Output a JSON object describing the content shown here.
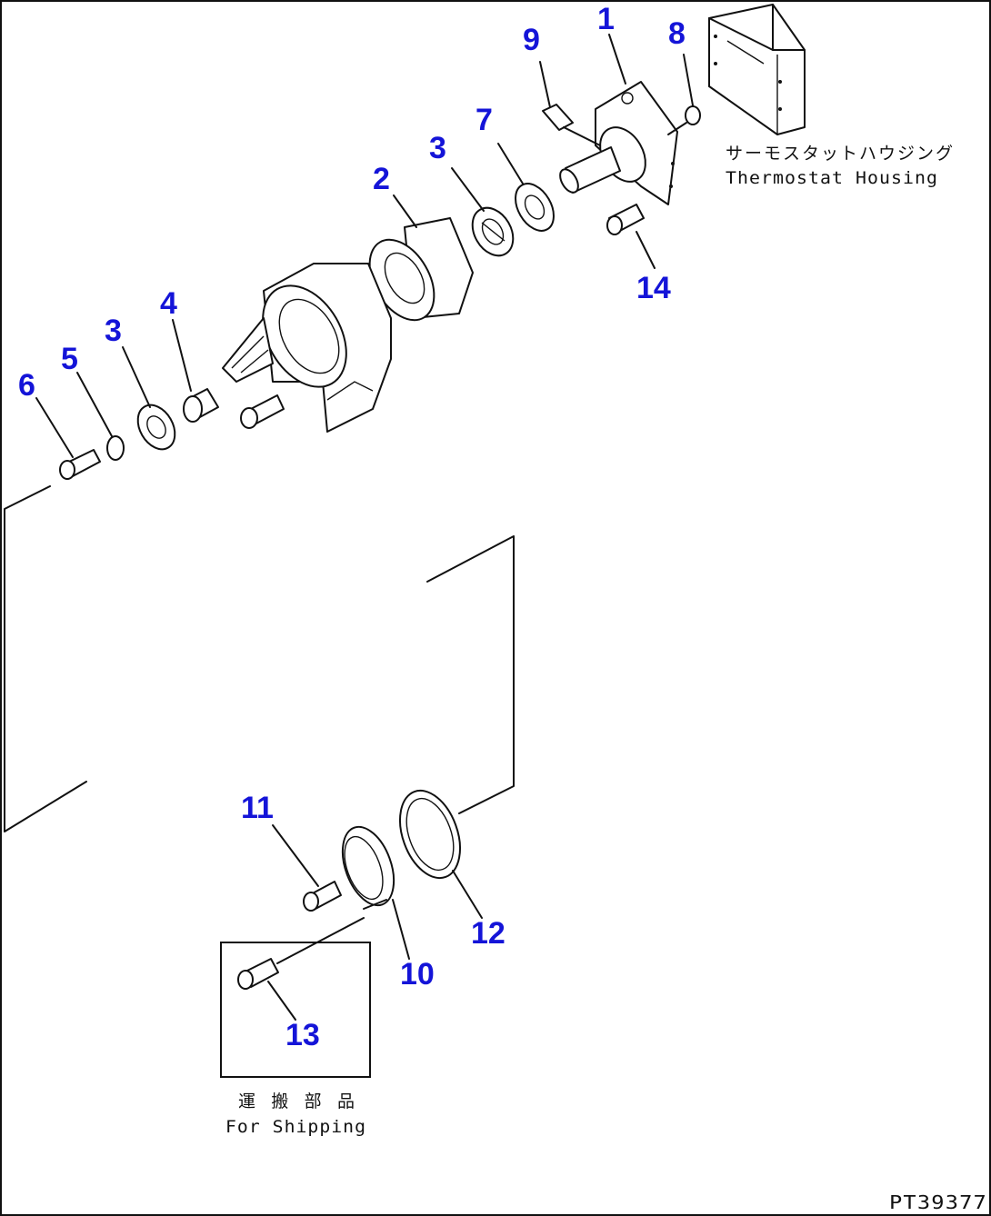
{
  "parts": [
    {
      "id": "part-1",
      "number": "1"
    },
    {
      "id": "part-2",
      "number": "2"
    },
    {
      "id": "part-3a",
      "number": "3"
    },
    {
      "id": "part-3b",
      "number": "3"
    },
    {
      "id": "part-4",
      "number": "4"
    },
    {
      "id": "part-5",
      "number": "5"
    },
    {
      "id": "part-6",
      "number": "6"
    },
    {
      "id": "part-7",
      "number": "7"
    },
    {
      "id": "part-8",
      "number": "8"
    },
    {
      "id": "part-9",
      "number": "9"
    },
    {
      "id": "part-10",
      "number": "10"
    },
    {
      "id": "part-11",
      "number": "11"
    },
    {
      "id": "part-12",
      "number": "12"
    },
    {
      "id": "part-13",
      "number": "13"
    },
    {
      "id": "part-14",
      "number": "14"
    }
  ],
  "labels": {
    "thermostat_jp": "サーモスタットハウジング",
    "thermostat_en": "Thermostat Housing",
    "shipping_jp": "運搬部品",
    "shipping_en": "For Shipping"
  },
  "drawing_code": "PT39377",
  "colors": {
    "callout": "#1414d8",
    "line": "#111111",
    "background": "#ffffff"
  }
}
